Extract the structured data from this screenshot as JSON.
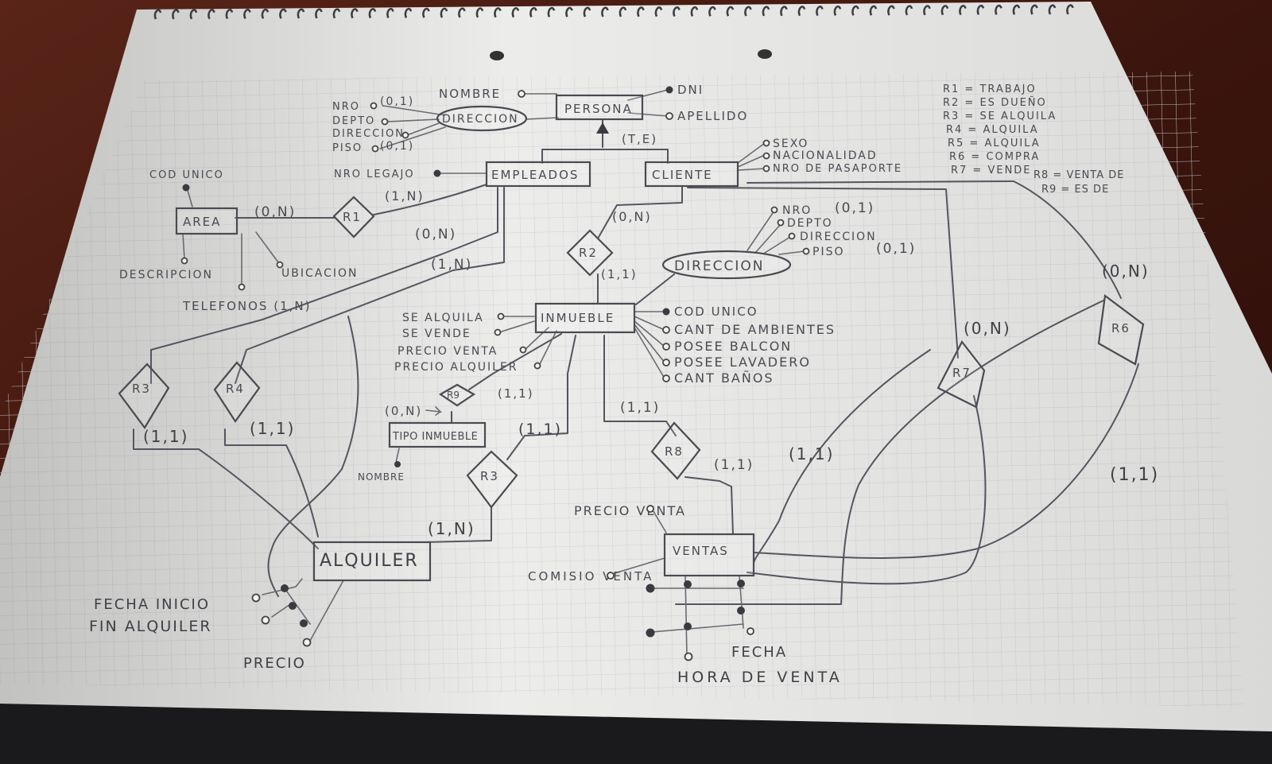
{
  "entities": {
    "persona": "PERSONA",
    "empleados": "EMPLEADOS",
    "cliente": "CLIENTE",
    "area": "AREA",
    "inmueble": "INMUEBLE",
    "tipo_inmueble": "TIPO INMUEBLE",
    "alquiler": "ALQUILER",
    "ventas": "VENTAS"
  },
  "relationships": {
    "r1": "R1",
    "r2": "R2",
    "r3_left": "R3",
    "r4": "R4",
    "r3_mid": "R3",
    "r6": "R6",
    "r7": "R7",
    "r8": "R8",
    "r9": "R9"
  },
  "specialization": "(T,E)",
  "persona_attrs": {
    "nombre": "NOMBRE",
    "dni": "DNI",
    "apellido": "APELLIDO",
    "direccion": "DIRECCION",
    "nro": "NRO",
    "nro_card": "(0,1)",
    "depto": "DEPTO",
    "direccion_sub": "DIRECCION",
    "piso": "PISO",
    "piso_card": "(0,1)"
  },
  "empleado_attrs": {
    "legajo": "NRO LEGAJO"
  },
  "cliente_attrs": {
    "sexo": "SEXO",
    "nacionalidad": "NACIONALIDAD",
    "pasaporte": "NRO DE PASAPORTE"
  },
  "area_attrs": {
    "cod": "COD UNICO",
    "descripcion": "DESCRIPCION",
    "ubicacion": "UBICACION",
    "telefonos": "TELEFONOS (1,N)"
  },
  "inmueble_attrs": {
    "se_alquila": "SE ALQUILA",
    "se_vende": "SE VENDE",
    "precio_venta": "PRECIO VENTA",
    "precio_alquiler": "PRECIO ALQUILER",
    "cod_unico": "COD UNICO",
    "cant_ambientes": "CANT DE AMBIENTES",
    "balcon": "POSEE BALCON",
    "lavadero": "POSEE LAVADERO",
    "banos": "CANT BAÑOS"
  },
  "inmueble_dir": {
    "direccion": "DIRECCION",
    "nro": "NRO",
    "nro_card": "(0,1)",
    "depto": "DEPTO",
    "direccion_sub": "DIRECCION",
    "piso": "PISO",
    "piso_card": "(0,1)"
  },
  "tipo_attrs": {
    "nombre": "NOMBRE"
  },
  "alquiler_attrs": {
    "fecha_inicio": "FECHA INICIO",
    "fin": "FIN ALQUILER",
    "precio": "PRECIO"
  },
  "ventas_attrs": {
    "precio_venta": "PRECIO VENTA",
    "comision": "COMISIO VENTA",
    "fecha": "FECHA",
    "hora": "HORA DE VENTA"
  },
  "cardinalities": {
    "area_r1": "(0,N)",
    "r1_emp": "(1,N)",
    "emp_r3": "(0,N)",
    "emp_r4": "(1,N)",
    "cli_r2": "(0,N)",
    "r2_inm": "(1,1)",
    "r3_alq": "(1,1)",
    "r4_alq": "(1,1)",
    "r9_tipo": "(0,N)",
    "r9_inm": "(1,1)",
    "r3m_inm": "(1,1)",
    "r3m_alq": "(1,N)",
    "r8_inm": "(1,1)",
    "r8_ven": "(1,1)",
    "r7_ven": "(1,1)",
    "r7_cli": "(0,N)",
    "r6_cli": "(0,N)",
    "r6_ven": "(1,1)"
  },
  "legend": [
    "R1 = TRABAJO",
    "R2 = ES DUEÑO",
    "R3 = SE ALQUILA",
    "R4 = ALQUILA",
    "R5 = ALQUILA",
    "R6 = COMPRA",
    "R7 = VENDE",
    "R8 = VENTA DE",
    "R9 = ES DE"
  ]
}
